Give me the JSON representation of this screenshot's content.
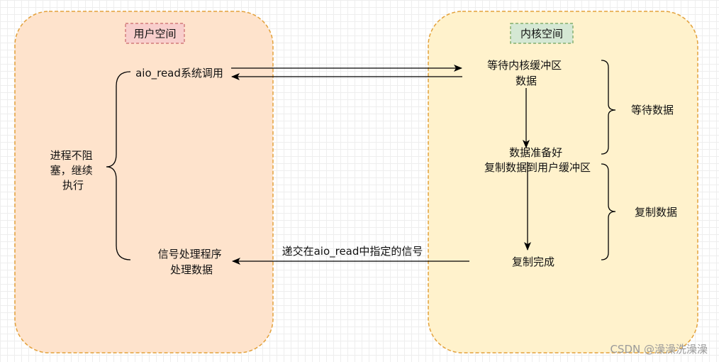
{
  "regions": {
    "user": {
      "title": "用户空间",
      "fill": "#fee3cc",
      "border": "#e3a13b",
      "title_fill": "#f8cecc",
      "title_border": "#c9676a"
    },
    "kernel": {
      "title": "内核空间",
      "fill": "#fff2cc",
      "border": "#e3a13b",
      "title_fill": "#d5e8d4",
      "title_border": "#6fa35a"
    }
  },
  "nodes": {
    "aio_read_call": "aio_read系统调用",
    "process_not_blocked": [
      "进程不阻",
      "塞，继续",
      "执行"
    ],
    "signal_handler": [
      "信号处理程序",
      "处理数据"
    ],
    "wait_kernel_buffer": [
      "等待内核缓冲区",
      "数据"
    ],
    "data_ready": [
      "数据准备好",
      "复制数据到用户缓冲区"
    ],
    "copy_done": "复制完成"
  },
  "edges": {
    "deliver_signal": "递交在aio_read中指定的信号"
  },
  "phases": {
    "wait_data": "等待数据",
    "copy_data": "复制数据"
  },
  "watermark": "CSDN @澡澡洗澡澡"
}
